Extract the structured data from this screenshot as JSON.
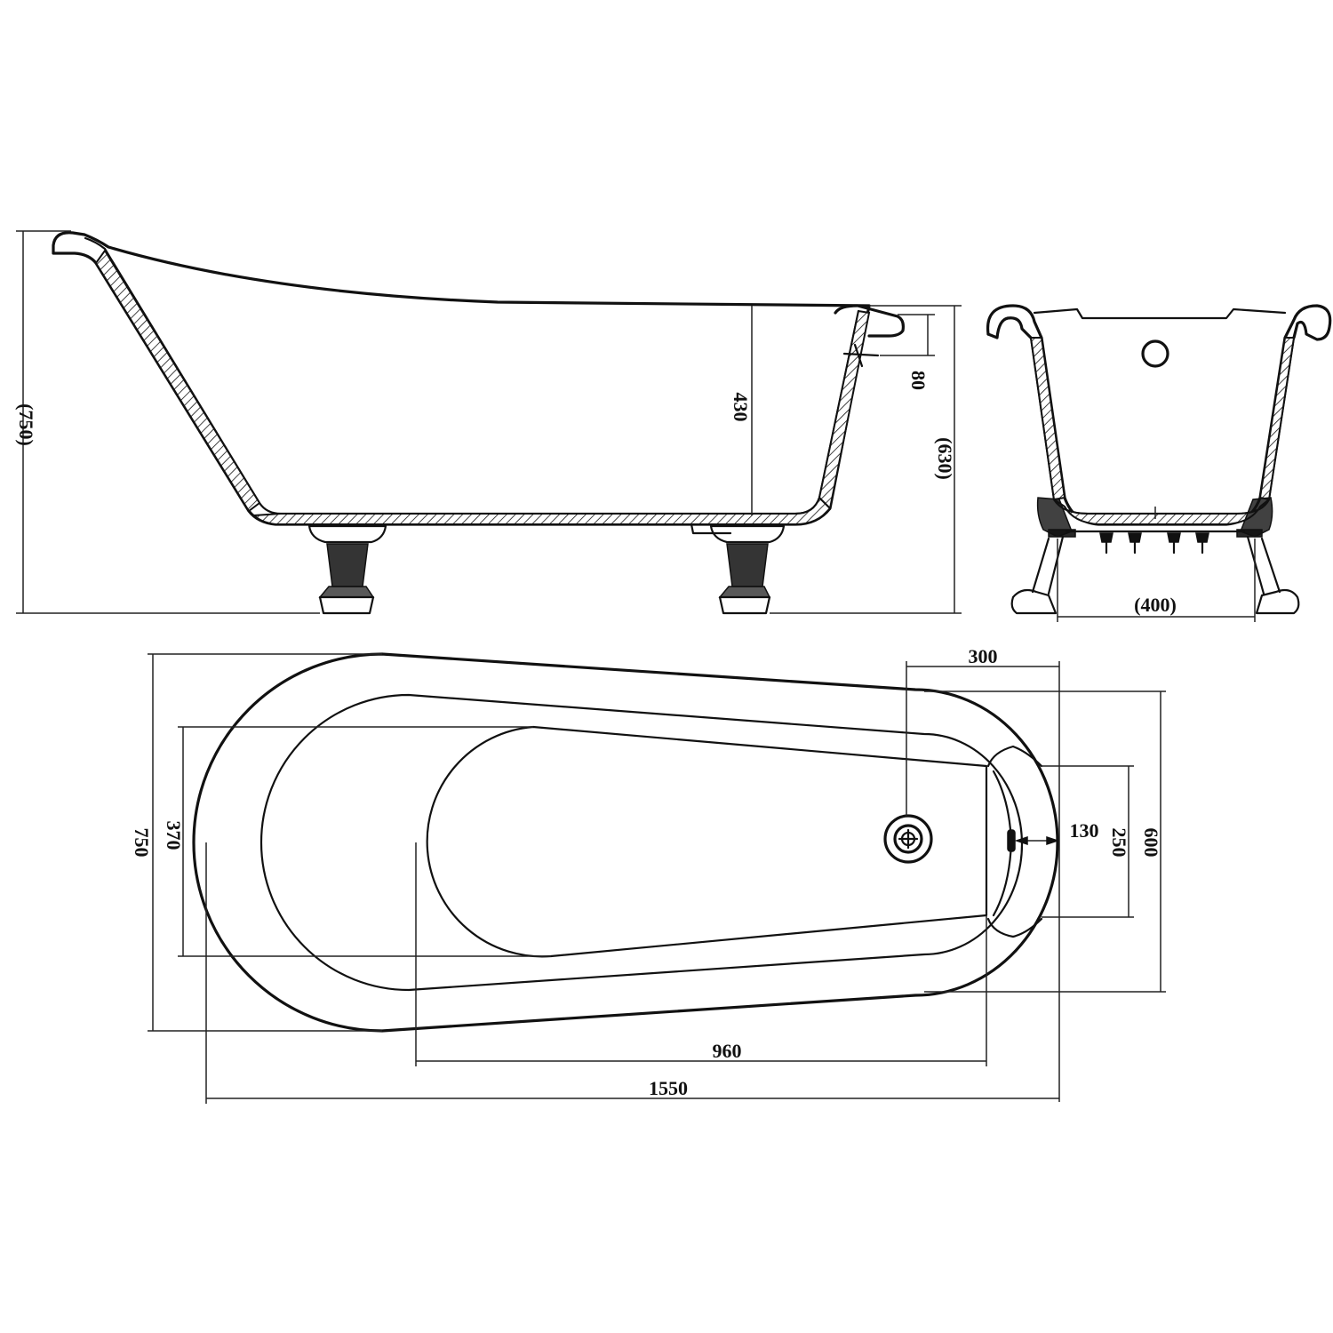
{
  "colors": {
    "line": "#111111",
    "background": "#ffffff"
  },
  "side_view": {
    "total_height_label": "(750)",
    "depth_label": "430",
    "overflow_offset_label": "80",
    "rim_height_label": "(630)"
  },
  "end_view": {
    "leg_spacing_label": "(400)"
  },
  "plan_view": {
    "waste_offset_label": "300",
    "overflow_label": "130",
    "outer_width_label": "750",
    "inner_width_label": "370",
    "foot_end_inner_label": "250",
    "foot_end_outer_label": "600",
    "inner_length_label": "960",
    "total_length_label": "1550"
  }
}
